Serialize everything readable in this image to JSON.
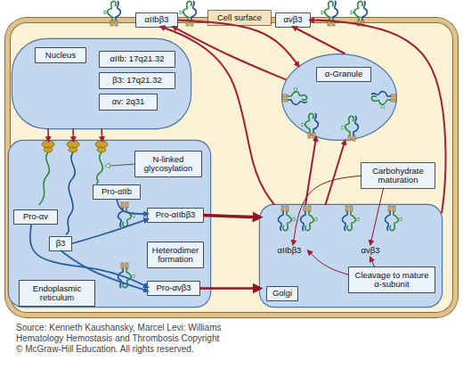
{
  "diagram": {
    "caption": "Source: Kenneth Kaushansky, Marcel Levi: Williams Hematology Hemostasis and Thrombosis Copyright © McGraw-Hill Education. All rights reserved.",
    "nodes": [
      {
        "text": [
          "Cell surface"
        ]
      },
      {
        "text": [
          "αIIbβ3"
        ],
        "in": 0
      },
      {
        "text": [
          "αvβ3"
        ],
        "in": 0
      },
      {
        "text": [
          "Nucleus"
        ],
        "in": 0
      },
      {
        "text": [
          "αIIb: 17q21.32"
        ],
        "in": 3
      },
      {
        "text": [
          "β3: 17q21.32"
        ],
        "in": 3
      },
      {
        "text": [
          "αv: 2q31"
        ],
        "in": 3
      },
      {
        "text": [
          "α-Granule"
        ],
        "in": 0
      },
      {
        "text": [
          "Endoplasmic reticulum"
        ],
        "in": 0
      },
      {
        "text": [
          "N-linked glycosylation"
        ],
        "in": 8
      },
      {
        "text": [
          "Pro-αIIb"
        ],
        "in": 8
      },
      {
        "text": [
          "Pro-αv"
        ],
        "in": 8
      },
      {
        "text": [
          "β3"
        ],
        "in": 8
      },
      {
        "text": [
          "Pro-αIIbβ3"
        ],
        "in": 8
      },
      {
        "text": [
          "Heterodimer formation"
        ],
        "in": 8
      },
      {
        "text": [
          "Pro-αvβ3"
        ],
        "in": 8
      },
      {
        "text": [
          "Carbohydrate maturation"
        ],
        "in": 0
      },
      {
        "text": [
          "Golgi"
        ],
        "in": 0
      },
      {
        "text": [
          "αIIbβ3"
        ],
        "in": 17
      },
      {
        "text": [
          "αvβ3"
        ],
        "in": 17
      },
      {
        "text": [
          "Cleavage to mature α-subunit"
        ],
        "in": 17
      }
    ],
    "edges": [
      {
        "from": 3,
        "to": 8,
        "arrow": "to"
      },
      {
        "from": 3,
        "to": 8,
        "arrow": "to"
      },
      {
        "from": 3,
        "to": 8,
        "arrow": "to"
      },
      {
        "from": 13,
        "to": 17,
        "arrow": "to"
      },
      {
        "from": 15,
        "to": 17,
        "arrow": "to"
      },
      {
        "from": 17,
        "to": 7,
        "arrow": "to"
      },
      {
        "from": 17,
        "to": 7,
        "arrow": "to"
      },
      {
        "from": 17,
        "to": 1,
        "arrow": "to"
      },
      {
        "from": 17,
        "to": 2,
        "arrow": "to"
      },
      {
        "from": 7,
        "to": 1,
        "arrow": "to"
      },
      {
        "from": 1,
        "to": 7,
        "arrow": "to"
      },
      {
        "from": 7,
        "to": 2,
        "arrow": "to"
      },
      {
        "from": 16,
        "to": 18,
        "arrow": "to"
      },
      {
        "from": 16,
        "to": 19,
        "arrow": "to"
      },
      {
        "from": 20,
        "to": 18,
        "arrow": "to"
      },
      {
        "from": 20,
        "to": 19,
        "arrow": "to"
      },
      {
        "from": 10,
        "to": 13,
        "arrow": "to"
      },
      {
        "from": 12,
        "to": 13,
        "arrow": "to"
      },
      {
        "from": 11,
        "to": 15,
        "arrow": "to"
      },
      {
        "from": 12,
        "to": 15,
        "arrow": "to"
      }
    ]
  }
}
